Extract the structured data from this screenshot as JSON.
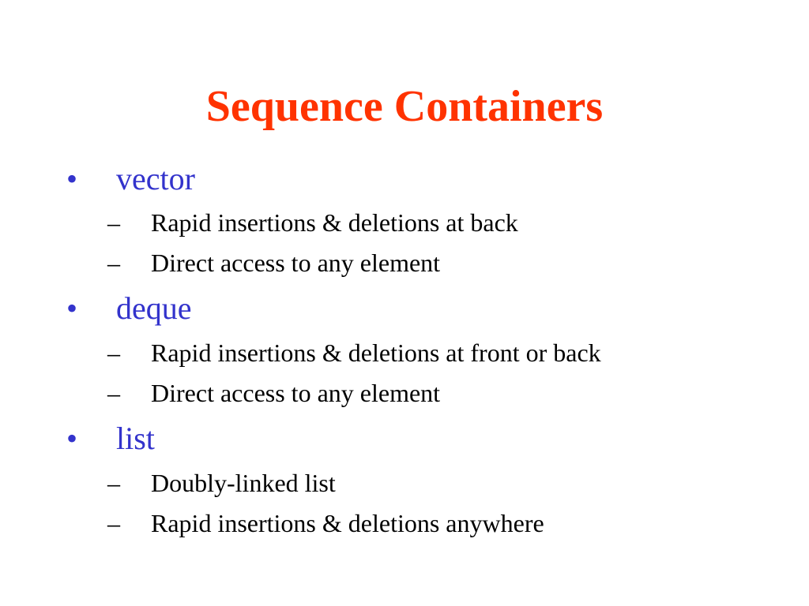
{
  "slide": {
    "title": "Sequence Containers",
    "bullet_marker": "•",
    "dash_marker": "–",
    "items": [
      {
        "label": "vector",
        "subitems": [
          "Rapid insertions & deletions at back",
          "Direct access to any element"
        ]
      },
      {
        "label": "deque",
        "subitems": [
          "Rapid insertions & deletions at front or back",
          "Direct access to any element"
        ]
      },
      {
        "label": "list",
        "subitems": [
          "Doubly-linked list",
          "Rapid insertions & deletions anywhere"
        ]
      }
    ]
  },
  "colors": {
    "title": "#ff3300",
    "level1": "#3333cc",
    "level2": "#000000",
    "background": "#ffffff"
  }
}
